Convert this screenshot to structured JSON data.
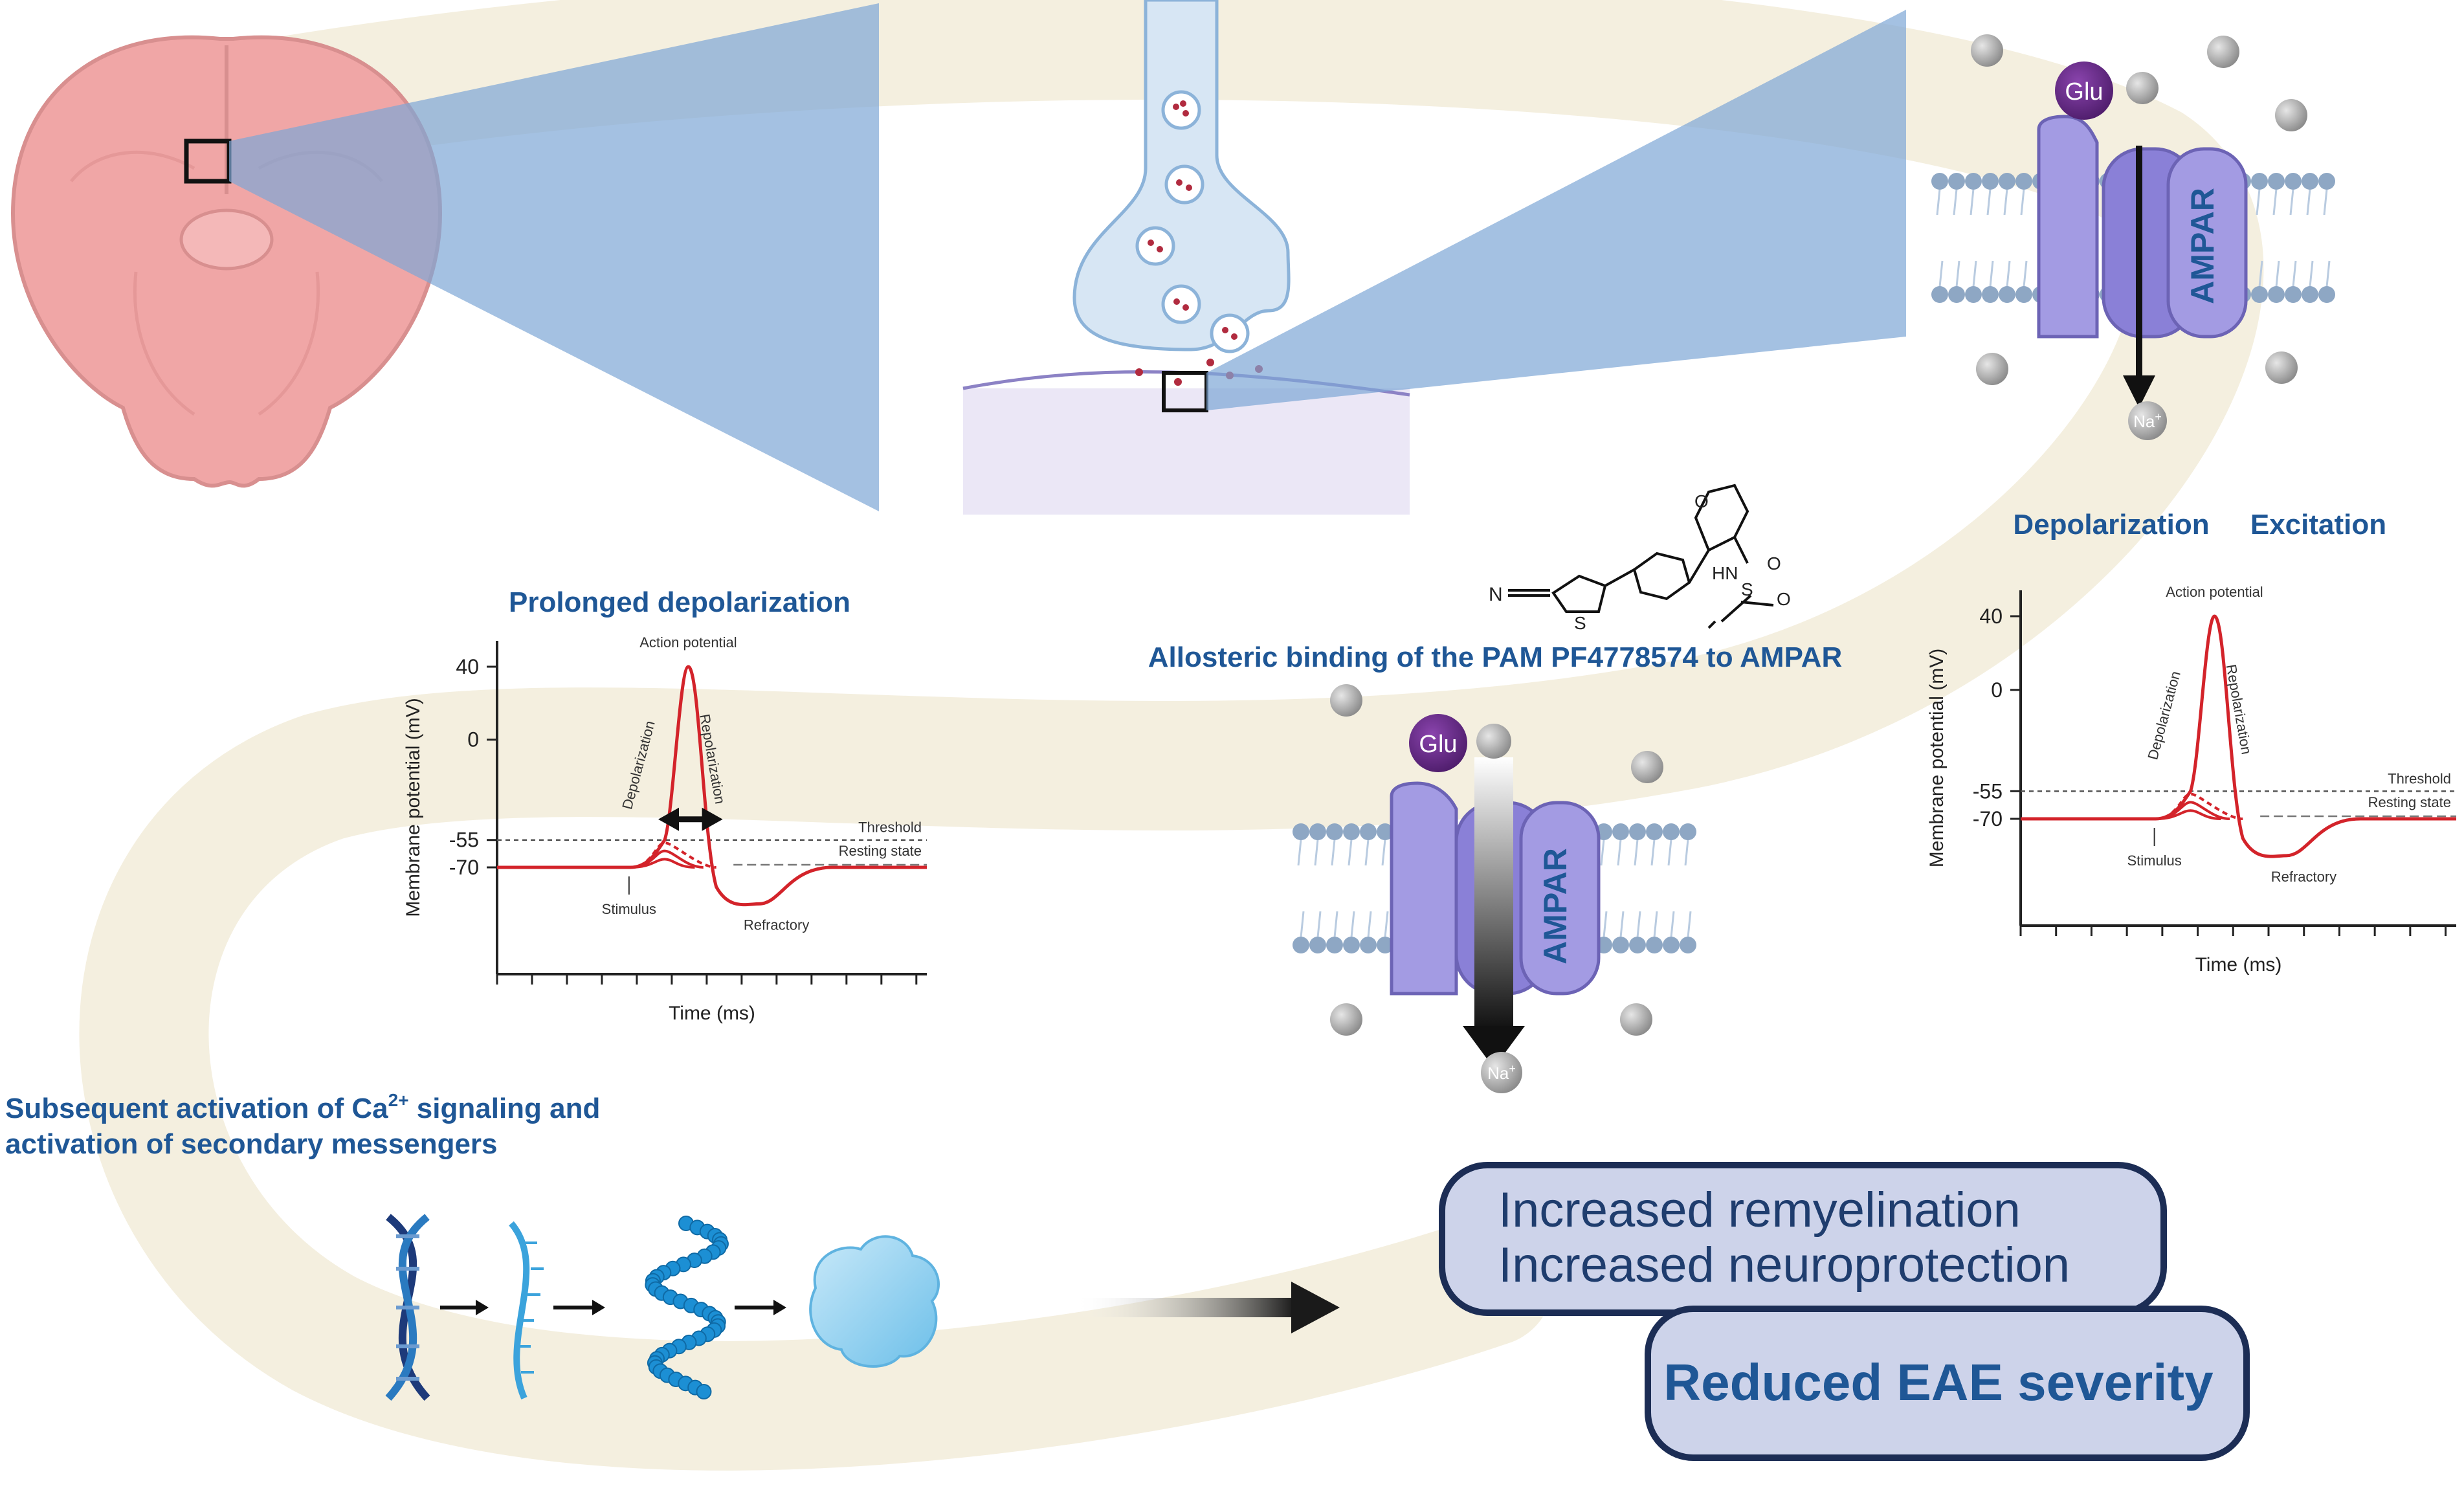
{
  "titles": {
    "prolonged": "Prolonged depolarization",
    "allosteric": "Allosteric binding of the PAM PF4778574 to AMPAR",
    "depolarization": "Depolarization",
    "excitation": "Excitation",
    "ca_line1_pre": "Subsequent activation of Ca",
    "ca_sup": "2+",
    "ca_line1_post": " signaling and",
    "ca_line2": "activation of secondary messengers"
  },
  "channel": {
    "glu_label": "Glu",
    "na_label": "Na",
    "na_sup": "+",
    "ampar_label": "AMPAR"
  },
  "molecule": {
    "nitrile": "N",
    "ring_s": "S",
    "ring_o": "O",
    "hn": "HN",
    "sulfur": "S",
    "oxygen_a": "O",
    "oxygen_b": "O"
  },
  "charts": {
    "ylabel": "Membrane potential (mV)",
    "xlabel": "Time (ms)",
    "yticks": [
      "40",
      "0",
      "-55",
      "-70"
    ],
    "threshold": "Threshold",
    "resting": "Resting state",
    "stimulus": "Stimulus",
    "action": "Action potential",
    "depol": "Depolarization",
    "repol": "Repolarization",
    "refractory": "Refractory"
  },
  "outcomes": {
    "line1": "Increased remyelination",
    "line2": "Increased neuroprotection",
    "final": "Reduced EAE severity"
  },
  "colors": {
    "title_blue": "#1f5796",
    "trace_red": "#d3232a",
    "channel_purple": "#9b8fe0",
    "glu_purple": "#6b2a8c",
    "box_fill": "#cdd3ea",
    "box_stroke": "#1c2d55",
    "cone_blue": "#7ea7d6",
    "band_cream": "#f4efdf"
  },
  "chart_data": [
    {
      "type": "line",
      "title": "Prolonged depolarization",
      "xlabel": "Time (ms)",
      "ylabel": "Membrane potential (mV)",
      "yticks": [
        40,
        0,
        -55,
        -70
      ],
      "threshold": -55,
      "resting": -70,
      "peak": 40,
      "trough": -90
    },
    {
      "type": "line",
      "title": "",
      "xlabel": "Time (ms)",
      "ylabel": "Membrane potential (mV)",
      "yticks": [
        40,
        0,
        -55,
        -70
      ],
      "threshold": -55,
      "resting": -70,
      "peak": 40,
      "trough": -90
    }
  ]
}
